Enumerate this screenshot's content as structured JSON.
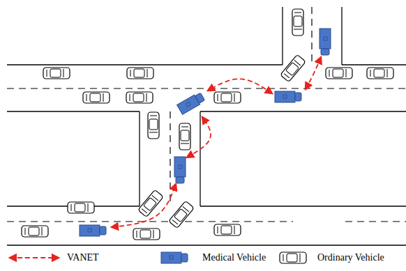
{
  "diagram": {
    "legend": [
      {
        "text": "VANET"
      },
      {
        "text": "Medical Vehicle"
      },
      {
        "text": "Ordinary Vehicle"
      }
    ]
  }
}
